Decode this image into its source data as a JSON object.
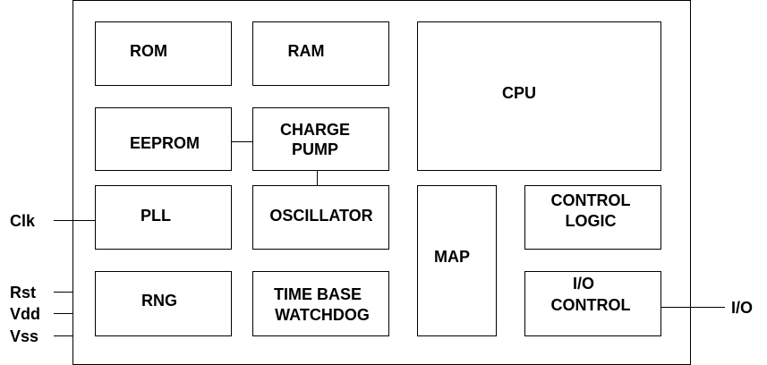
{
  "blocks": {
    "rom": "ROM",
    "ram": "RAM",
    "cpu": "CPU",
    "eeprom": "EEPROM",
    "charge_pump": [
      "CHARGE",
      "PUMP"
    ],
    "pll": "PLL",
    "oscillator": "OSCILLATOR",
    "map": "MAP",
    "control_logic": [
      "CONTROL",
      "LOGIC"
    ],
    "rng": "RNG",
    "time_base_watchdog": [
      "TIME BASE",
      "WATCHDOG"
    ],
    "io_control": [
      "I/O",
      "CONTROL"
    ]
  },
  "pins": {
    "clk": "Clk",
    "rst": "Rst",
    "vdd": "Vdd",
    "vss": "Vss",
    "io": "I/O"
  }
}
